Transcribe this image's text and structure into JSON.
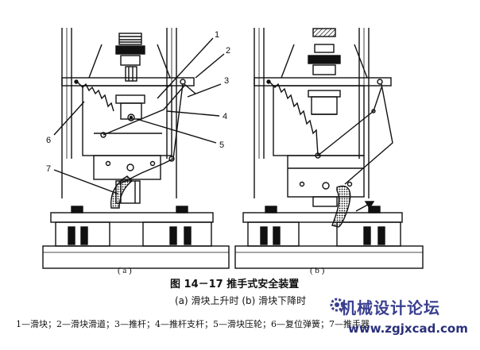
{
  "figure": {
    "title": "图 14－17    推手式安全装置",
    "subtitle": "(a) 滑块上升时    (b) 滑块下降时",
    "legend": "1—滑块；2—滑块滑道；3—推杆；4—推杆支杆；5—滑块压轮；6—复位弹簧；7—推手器",
    "panel_a_label": "( a )",
    "panel_b_label": "( b )",
    "callouts": [
      "1",
      "2",
      "3",
      "4",
      "5",
      "6",
      "7"
    ]
  },
  "watermark": {
    "name": "机械设计论坛",
    "url": "www.zgjxcad.com",
    "logo_icon": "gear-logo-icon"
  },
  "colors": {
    "ink": "#111111",
    "watermark": "#3a3f8f"
  }
}
